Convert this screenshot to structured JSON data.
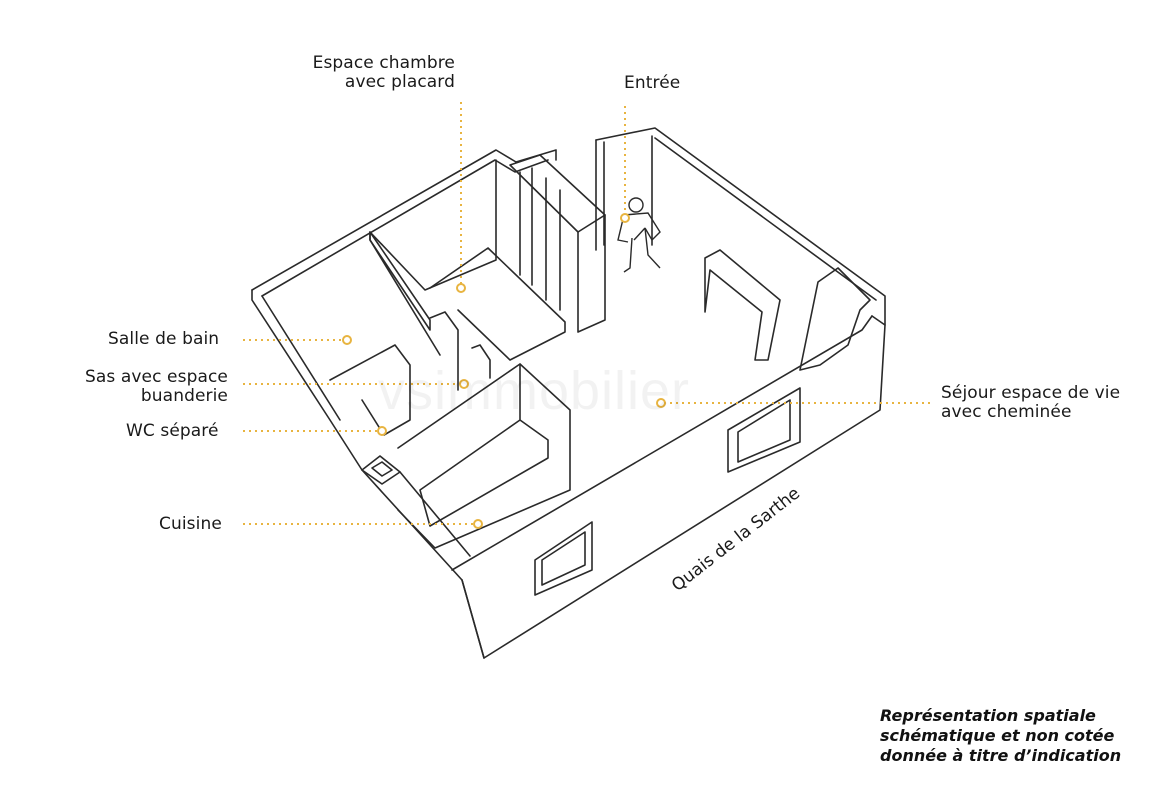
{
  "colors": {
    "line": "#2a2a2a",
    "accent": "#e8b440",
    "background": "#ffffff"
  },
  "labels": {
    "chambre": {
      "line1": "Espace chambre",
      "line2": "avec placard"
    },
    "entree": "Entrée",
    "salle_de_bain": "Salle de bain",
    "sas": {
      "line1": "Sas avec espace",
      "line2": "buanderie"
    },
    "wc": "WC séparé",
    "cuisine": "Cuisine",
    "sejour": {
      "line1": "Séjour espace de vie",
      "line2": "avec cheminée"
    }
  },
  "street_label": "Quais de la Sarthe",
  "disclaimer": {
    "line1": "Représentation spatiale",
    "line2": "schématique et non cotée",
    "line3": "donnée à titre d’indication"
  },
  "watermark": "vsimmobilier"
}
